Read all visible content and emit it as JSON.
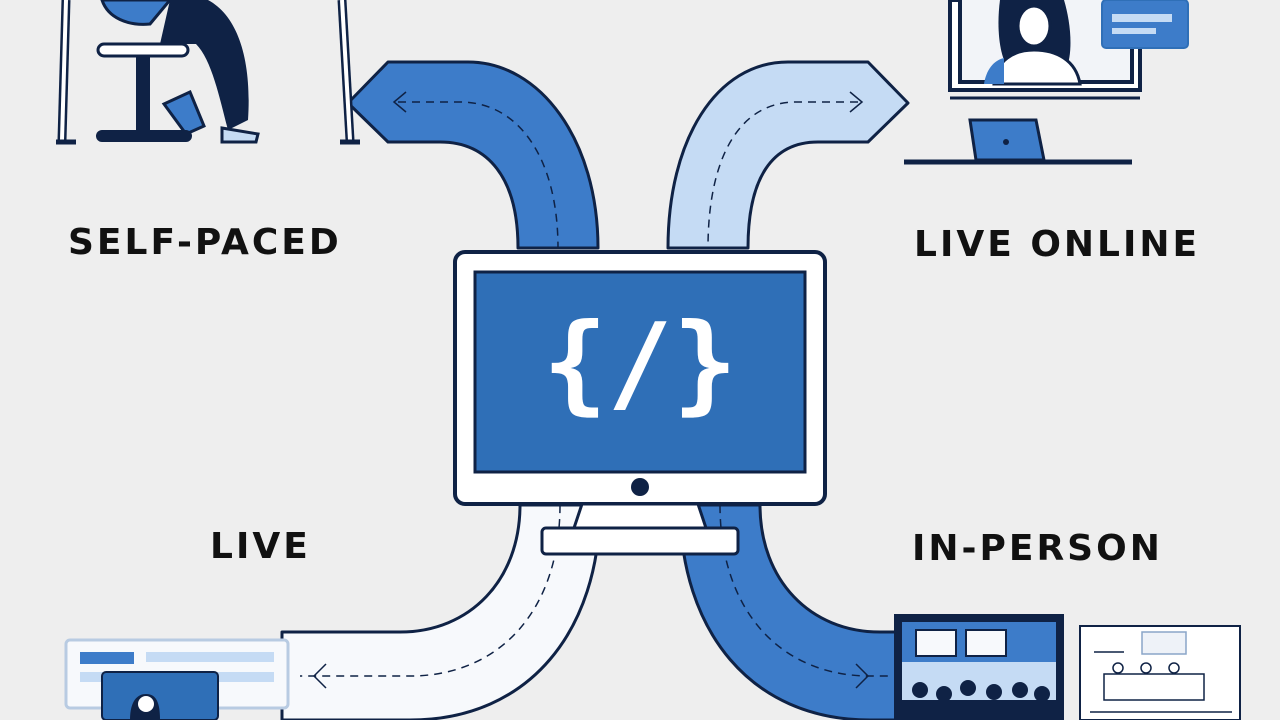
{
  "labels": {
    "self_paced": "SELF-PACED",
    "live_online": "LIVE ONLINE",
    "live": "LIVE",
    "in_person": "IN-PERSON"
  },
  "monitor": {
    "screen_symbol": "{/}",
    "icon": "code-icon"
  },
  "colors": {
    "background": "#eeeeee",
    "primary_blue": "#3d7cc9",
    "light_blue": "#c5dbf4",
    "dark_outline": "#0f2245",
    "screen_blue": "#2f6fb7",
    "text": "#111111"
  }
}
